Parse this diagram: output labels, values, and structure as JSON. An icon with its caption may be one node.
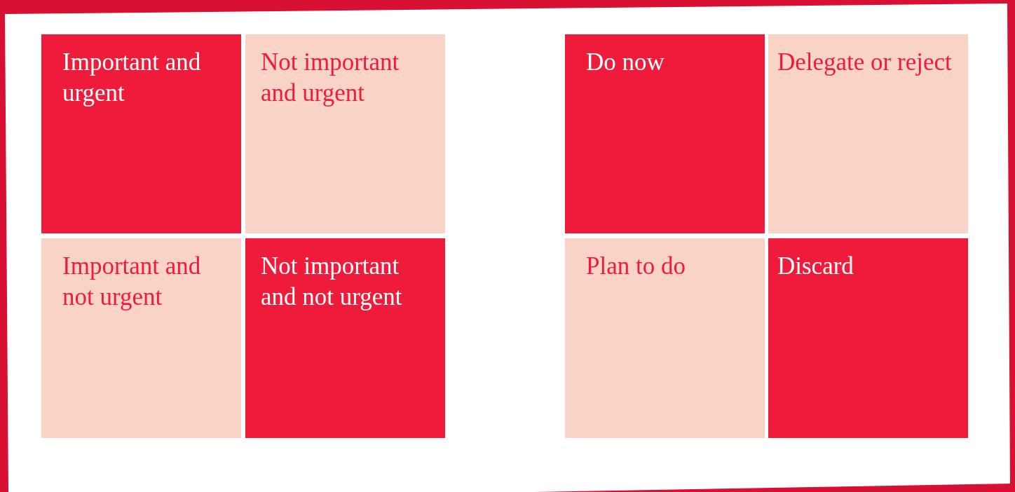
{
  "diagram": {
    "nodes": [
      {
        "text": [
          "Important and urgent"
        ]
      },
      {
        "text": [
          "Not important and urgent"
        ]
      },
      {
        "text": [
          "Important and not urgent"
        ]
      },
      {
        "text": [
          "Not important and not urgent"
        ]
      },
      {
        "text": [
          "Do now"
        ]
      },
      {
        "text": [
          "Delegate or reject"
        ]
      },
      {
        "text": [
          "Plan to do"
        ]
      },
      {
        "text": [
          "Discard"
        ]
      }
    ]
  }
}
